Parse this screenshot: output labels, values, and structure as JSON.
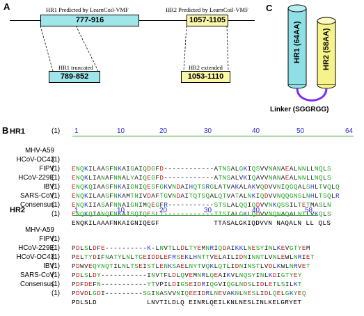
{
  "panels": {
    "a": "A",
    "b": "B",
    "c": "C"
  },
  "panel_a": {
    "hr1_pred_label": "HR1 Predicted by LearnCoil-VMF",
    "hr1_pred_range": "777-916",
    "hr1_trunc_label": "HR1 truncated",
    "hr1_trunc_range": "789-852",
    "hr2_pred_label": "HR2 Predicted by LearnCoil-VMF",
    "hr2_pred_range": "1057-1105",
    "hr2_ext_label": "HR2 extended",
    "hr2_ext_range": "1053-1110"
  },
  "panel_c": {
    "hr1_label": "HR1 (64AA)",
    "hr2_label": "HR2 (58AA)",
    "linker_label": "Linker (SGGRGG)",
    "colors": {
      "hr1": "#8fe0e6",
      "hr2": "#f6f38a",
      "linker": "#7b2ff0"
    }
  },
  "hr1": {
    "title": "HR1",
    "ruler": [
      "(1)",
      "1",
      "10",
      "20",
      "30",
      "40",
      "50",
      "64"
    ],
    "rows": [
      {
        "org": "MHV-A59",
        "idx": "(1)",
        "seq": "ENQKILAASFNKAIGAIQDGFD------------ATNSALGKIQSVVNANAEALNNLLNQLS"
      },
      {
        "org": "HCoV-OC43",
        "idx": "(1)",
        "seq": "ENQKLIANAFNNALYAIQEGFD------------ATNSALVKIQAVVNANAEALNNLLNQLS"
      },
      {
        "org": "FIPV",
        "idx": "(1)",
        "seq": "ENQKQIAASFNKAIGNIQESFGKVNDAIHQTSRGLATVAKALAKVQDVVNIQGQALSHLTVQLQ"
      },
      {
        "org": "HCoV-229E",
        "idx": "(1)",
        "seq": "ENQKILAASFNKAMTNIVDAFTGVNDAITQTSQALQTVATALNKIQDVVNQQGNSLNHLTSQLR"
      },
      {
        "org": "IBV",
        "idx": "(1)",
        "seq": "ENQKIIASAFNNAIGNIMQEGFR-----------STSLALQQIQDVVNKQSSILTETMASLN"
      },
      {
        "org": "SARS-CoV",
        "idx": "(1)",
        "seq": "ENQKQIANQFNKAISQIQESLT------------TTSTALGKLQDVVNQNAQALNTLVKQLS"
      },
      {
        "org": "Consensus",
        "idx": "(1)",
        "seq": "ENQKILAAAFNKAIGNIQEGF             TTASALGKIQDVVN NAQALN LL QLS"
      }
    ]
  },
  "hr2": {
    "title": "HR2",
    "ruler": [
      "1",
      "10",
      "20",
      "30",
      "40",
      "58"
    ],
    "rows": [
      {
        "org": "MHV-A59",
        "idx": "(1)",
        "seq": "PDLSLDFE----------K-LNVTLLDLTYEMNRIQDAIKKLNESYINLKEVGTYEM"
      },
      {
        "org": "FIPV",
        "idx": "(1)",
        "seq": "PELTYDIFNATYLNLTGEIDDLEFRSEKLHNTTVELAILIDNINNTLVNLEWLNRIET"
      },
      {
        "org": "HCoV-229E",
        "idx": "(1)",
        "seq": "PDWVEQYNQTILNLTSEISTLENKSAELNYTVQKLQTLIDNINSTLVDLKWLNRVET"
      },
      {
        "org": "HCoV-OC43",
        "idx": "(1)",
        "seq": "PDLSLDY-----------INVTFLDLQVEMNRLQEAIKVLNQSYINLKDIGTYEY"
      },
      {
        "org": "IBV",
        "idx": "(1)",
        "seq": "PDFDEFN-----------YTVPILDIGSEIDRIQGVIQGLNDSLIDLETLSILKT"
      },
      {
        "org": "SARS-CoV",
        "idx": "(1)",
        "seq": "PDVDLGDI---------SGINASVVNIQEEIDRLNEVAKNLNESLIDLQELGKYEQ"
      },
      {
        "org": "Consensus",
        "idx": "(1)",
        "seq": "PDLSLD            LNVTILDLQ EINRLQEILKNLNESLINLKELGRYET"
      }
    ]
  }
}
